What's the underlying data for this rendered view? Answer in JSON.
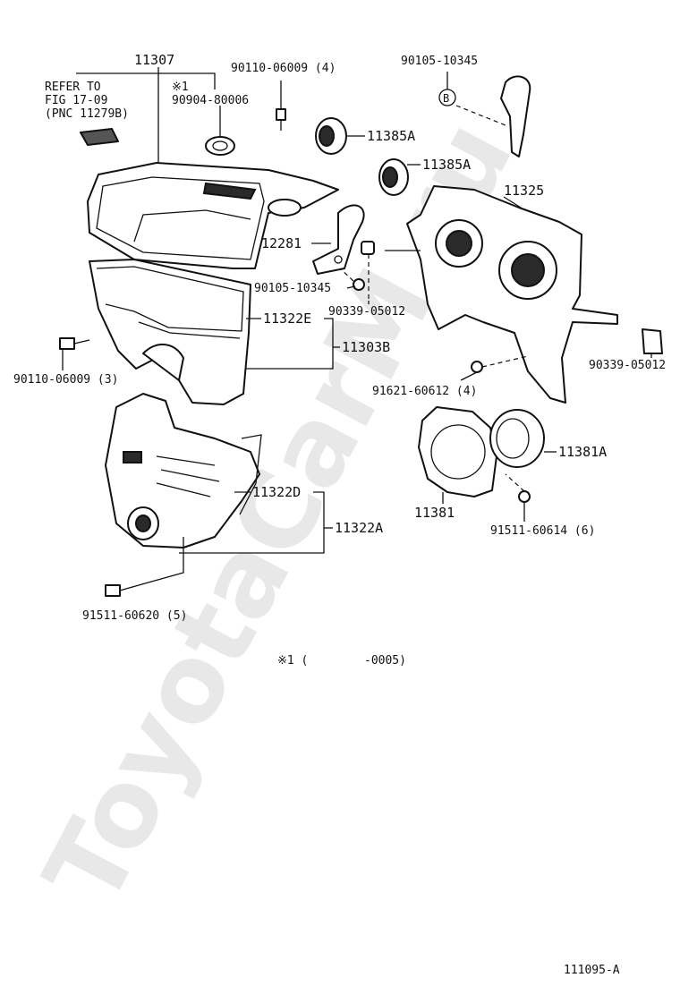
{
  "watermark": "ToyotaCarM.ru",
  "figure_id": "111095-A",
  "note": "※1 (        -0005)",
  "refer": {
    "line1": "REFER TO",
    "line2": "FIG 17-09",
    "line3": "(PNC 11279B)"
  },
  "star_mark": "※1",
  "parts": {
    "p11307": "11307",
    "p90110_top": "90110-06009 (4)",
    "p90904": "90904-80006",
    "p90105_top": "90105-10345",
    "p11385a_1": "11385A",
    "p11385a_2": "11385A",
    "p11325": "11325",
    "p12281": "12281",
    "p90105_mid": "90105-10345",
    "p90339_mid": "90339-05012",
    "p11322e": "11322E",
    "p11303b": "11303B",
    "p90110_left": "90110-06009 (3)",
    "p90339_right": "90339-05012",
    "p91621": "91621-60612 (4)",
    "p11381a": "11381A",
    "p11322d": "11322D",
    "p11381": "11381",
    "p11322a": "11322A",
    "p91511_614": "91511-60614 (6)",
    "p91511_620": "91511-60620 (5)"
  },
  "callout_letter": "B"
}
